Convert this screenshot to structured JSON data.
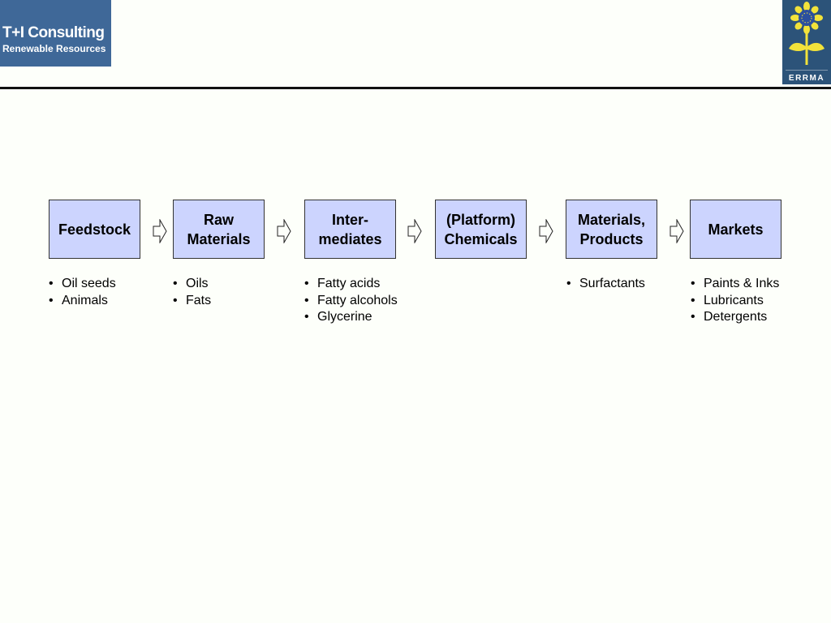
{
  "header": {
    "logo_left": {
      "line1": "T+I Consulting",
      "line2": "Renewable Resources"
    },
    "logo_right": {
      "text": "ERRMA"
    },
    "colors": {
      "logo_left_bg": "#3f6898",
      "logo_right_bg": "#2c5379",
      "flower": "#f2e23a",
      "rule": "#111111"
    }
  },
  "diagram": {
    "box_fill": "#ccd4fe",
    "stages": [
      {
        "label": "Feedstock",
        "items": [
          "Oil seeds",
          "Animals"
        ]
      },
      {
        "label": "Raw\nMaterials",
        "items": [
          "Oils",
          "Fats"
        ]
      },
      {
        "label": "Inter-\nmediates",
        "items": [
          "Fatty acids",
          "Fatty alcohols",
          "Glycerine"
        ]
      },
      {
        "label": "(Platform)\nChemicals",
        "items": []
      },
      {
        "label": "Materials,\nProducts",
        "items": [
          "Surfactants"
        ]
      },
      {
        "label": "Markets",
        "items": [
          "Paints & Inks",
          "Lubricants",
          "Detergents"
        ]
      }
    ]
  }
}
